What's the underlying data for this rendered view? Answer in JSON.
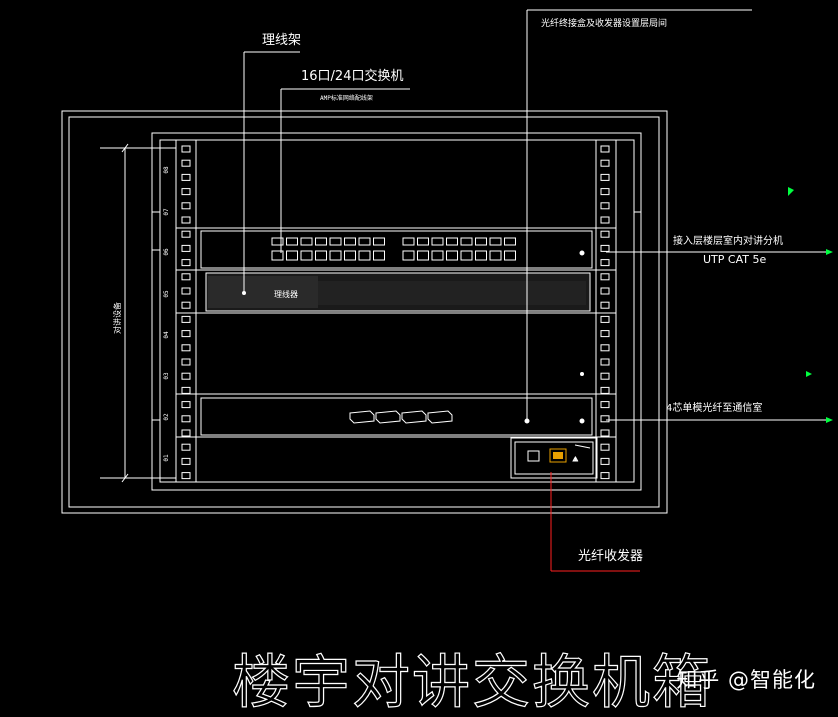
{
  "diagram": {
    "title": "楼宇对讲交换机箱",
    "labels": {
      "cable_manager": "理线架",
      "switch": "16口/24口交换机",
      "switch_sub": "AMP标准网络配线架",
      "fiber_box": "光纤终接盒及收发器设置层局间",
      "cabinet_height": "对讲设备",
      "cable_panel_inner": "理线器",
      "access_layer": "接入层楼层室内对讲分机",
      "cable_type": "UTP CAT 5e",
      "fiber_link": "4芯单模光纤至通信室",
      "transceiver": "光纤收发器"
    },
    "rack_units": [
      "08",
      "07",
      "06",
      "05",
      "04",
      "03",
      "02",
      "01"
    ]
  },
  "watermark": {
    "platform": "知乎",
    "author": "@智能化"
  },
  "colors": {
    "background": "#000000",
    "line": "#ffffff",
    "leader_red": "#ff2020",
    "arrow_green": "#00ff40"
  }
}
